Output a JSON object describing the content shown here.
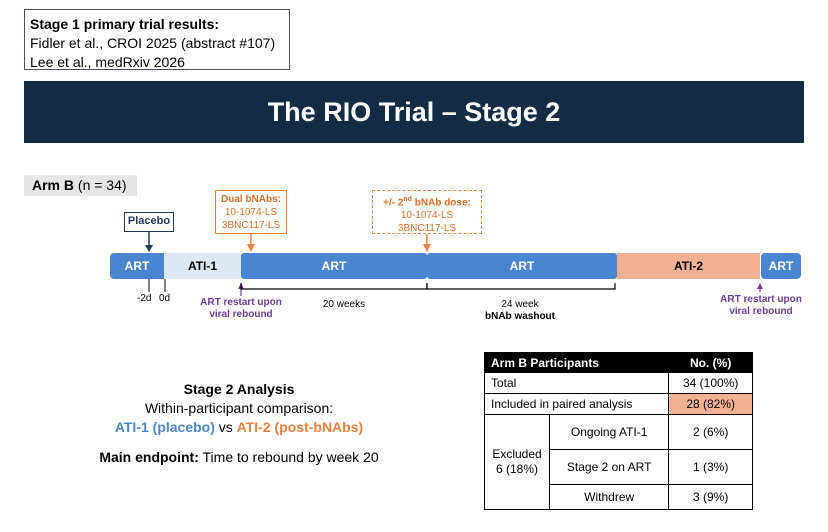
{
  "refs": {
    "title": "Stage 1 primary trial results:",
    "line1": "Fidler et al., CROI 2025 (abstract #107)",
    "line2": "Lee et al., medRxiv 2026"
  },
  "banner": {
    "title": "The RIO Trial – Stage 2"
  },
  "arm": {
    "name": "Arm B",
    "n": " (n = 34)"
  },
  "labels": {
    "placebo": "Placebo",
    "dual_title": "Dual bNAbs:",
    "dual_l1": "10-1074-LS",
    "dual_l2": "3BNC117-LS",
    "second_pre": "+/- 2",
    "second_sup": "nd",
    "second_post": " bNAb dose:",
    "second_l1": "10-1074-LS",
    "second_l2": "3BNC117-LS"
  },
  "timeline": {
    "seg_art1": "ART",
    "seg_ati1": "ATI-1",
    "seg_art2": "ART",
    "seg_art3": "ART",
    "seg_ati2": "ATI-2",
    "seg_art4": "ART",
    "tick_m2d": "-2d",
    "tick_0d": "0d",
    "restart1_l1": "ART restart upon",
    "restart1_l2": "viral rebound",
    "weeks20": "20 weeks",
    "weeks24_l1": "24 week",
    "weeks24_l2": "bNAb washout",
    "restart2_l1": "ART restart upon",
    "restart2_l2": "viral rebound"
  },
  "analysis": {
    "heading": "Stage 2 Analysis",
    "line1": "Within-participant comparison:",
    "ati1": "ATI-1 (placebo)",
    "vs": " vs ",
    "ati2": "ATI-2 (post-bNAbs)",
    "endpoint_label": "Main endpoint:",
    "endpoint_text": " Time to rebound by week 20"
  },
  "table": {
    "h1": "Arm B Participants",
    "h2": "No. (%)",
    "total_label": "Total",
    "total_val": "34 (100%)",
    "incl_label": "Included in paired analysis",
    "incl_val": "28 (82%)",
    "excl_l1": "Excluded",
    "excl_l2": "6 (18%)",
    "ongoing_label": "Ongoing ATI-1",
    "ongoing_val": "2 (6%)",
    "stage2_label": "Stage 2 on ART",
    "stage2_val": "1 (3%)",
    "withdrew_label": "Withdrew",
    "withdrew_val": "3 (9%)"
  }
}
